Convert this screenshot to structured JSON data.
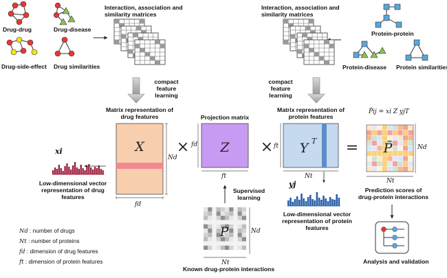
{
  "drug_side": {
    "networks": [
      "Drug-drug",
      "Drug-disease",
      "Drug-side-effect",
      "Drug similarities"
    ],
    "matrices_caption": "Interaction, association and similarity matrices",
    "compact_label": "compact feature learning"
  },
  "protein_side": {
    "networks": [
      "Protein-protein",
      "Protein-disease",
      "Protein similarities"
    ],
    "matrices_caption": "Interaction, association and similarity matrices",
    "compact_label": "compact feature learning"
  },
  "factorization": {
    "drug_matrix_caption": "Matrix representation of drug features",
    "drug_matrix_symbol": "X",
    "projection_caption": "Projection matrix",
    "projection_symbol": "Z",
    "protein_matrix_caption": "Matrix representation of protein features",
    "protein_matrix_symbol": "Y",
    "protein_matrix_sup": "T",
    "times_sign": "×",
    "equals_sign": "=",
    "prediction_symbol": "P̃",
    "prediction_formula": "P̃ij = xi Z yjT",
    "prediction_caption": "Prediction scores of drug-protein interactions"
  },
  "dims": {
    "N_d": "Nd",
    "N_t": "Nt",
    "f_d": "fd",
    "f_t": "ft"
  },
  "vectors": {
    "drug_vector_symbol": "xi",
    "drug_vector_caption": "Low-dimensional vector representation of drug features",
    "protein_vector_symbol": "yj",
    "protein_vector_caption": "Low-dimensional vector representation of protein features"
  },
  "known": {
    "supervised_label": "Supervised learning",
    "matrix_symbol": "P",
    "caption": "Known drug-protein interactions"
  },
  "analysis": {
    "caption": "Analysis and validation"
  },
  "legend": [
    {
      "symbol": "Nd",
      "text": ": number of drugs"
    },
    {
      "symbol": "Nt",
      "text": ": number of proteins"
    },
    {
      "symbol": "fd",
      "text": ": dimension of drug features"
    },
    {
      "symbol": "ft",
      "text": ": dimension of protein features"
    }
  ],
  "colors": {
    "drug_matrix": "#f7cfae",
    "drug_stripe": "#f08a90",
    "projection": "#c79bf2",
    "protein_matrix": "#c5d9ef",
    "protein_stripe": "#5b8ec9",
    "drug_bars": "#9b1b3a",
    "protein_bars": "#2a5fa8",
    "node_red": "#e53935",
    "node_yellow": "#f2e21b",
    "node_green": "#8bc34a",
    "node_blue": "#5aa6d8",
    "arrow_gray": "#b0b0b0"
  },
  "icons": [
    "drug-drug-network-icon",
    "drug-disease-network-icon",
    "drug-side-effect-network-icon",
    "drug-similarity-network-icon",
    "protein-protein-network-icon",
    "protein-disease-network-icon",
    "protein-similarity-network-icon",
    "matrix-stack-icon",
    "analysis-icon"
  ]
}
